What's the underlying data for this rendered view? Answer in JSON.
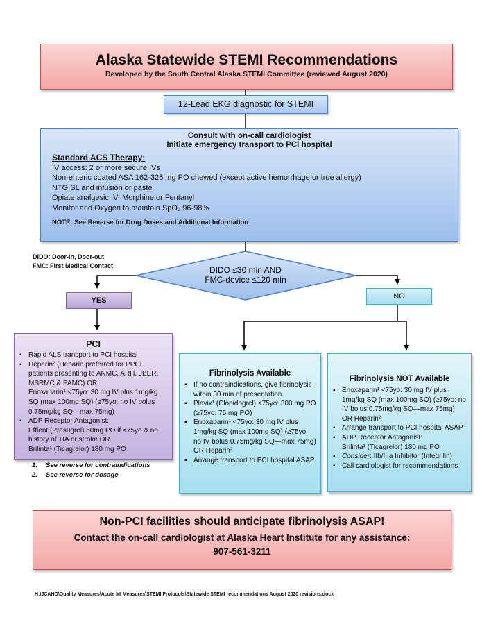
{
  "title": {
    "main": "Alaska Statewide STEMI Recommendations",
    "subtitle": "Developed by the South Central Alaska STEMI Committee (reviewed August 2020)"
  },
  "ekg": "12-Lead EKG diagnostic for STEMI",
  "acs": {
    "heading1": "Consult with on-call cardiologist",
    "heading2": "Initiate emergency transport to PCI hospital",
    "subheading": "Standard ACS Therapy:",
    "lines": [
      "IV access: 2 or more secure IVs",
      "Non-enteric coated ASA 162-325 mg PO chewed (except active hemorrhage or true allergy)",
      "NTG SL and infusion or paste",
      "Opiate analgesic IV: Morphine or Fentanyl",
      "Monitor and Oxygen to maintain SpO₂ 96-98%"
    ],
    "note": "NOTE: See Reverse for Drug Doses and Additional Information"
  },
  "legend": {
    "dido": "DIDO: Door-in, Door-out",
    "fmc": "FMC: First Medical Contact"
  },
  "decision": {
    "line1": "DIDO ≤30 min AND",
    "line2": "FMC-device ≤120 min"
  },
  "yes_label": "YES",
  "no_label": "NO",
  "pci": {
    "heading": "PCI",
    "b1": "Rapid ALS transport to PCI hospital",
    "b2": "Heparin² (Heparin preferred for PPCI patients presenting to ANMC, ARH, JBER, MSRMC & PAMC) OR",
    "b2b": "Enoxaparin¹ <75yo: 30 mg IV plus 1mg/kg SQ (max 100mg SQ) (≥75yo: no IV bolus 0.75mg/kg SQ—max 75mg)",
    "b3": "ADP Receptor Antagonist:",
    "b3b": "Effient (Prasugrel) 60mg PO if <75yo & no history of TIA or stroke OR",
    "b3c": "Brilinta¹ (Ticagrelor) 180 mg PO"
  },
  "notes": {
    "n1_num": "1.",
    "n1": "See reverse for contraindications",
    "n2_num": "2.",
    "n2": "See reverse for dosage"
  },
  "fib": {
    "heading": "Fibrinolysis Available",
    "b1": "If no contraindications, give fibrinolysis within 30 min of presentation.",
    "b2": "Plavix¹ (Clopidogrel) <75yo: 300 mg PO (≥75yo: 75 mg PO)",
    "b3": "Enoxaparin¹  <75yo: 30 mg IV plus 1mg/kg SQ (max 100mg SQ) (≥75yo: no IV bolus 0.75mg/kg SQ—max 75mg)",
    "b3b": "OR Heparin²",
    "b4": "Arrange transport to PCI hospital ASAP"
  },
  "nofib": {
    "heading": "Fibrinolysis NOT Available",
    "b1": "Enoxaparin¹ <75yo: 30 mg IV plus 1mg/kg SQ (max 100mg SQ) (≥75yo: no IV bolus 0.75mg/kg SQ—max 75mg)",
    "b1b": "OR Heparin²",
    "b2": "Arrange transport to PCI hospital ASAP",
    "b3": "ADP Receptor Antagonist:",
    "b3b": "Brilinta¹ (Ticagrelor) 180 mg PO",
    "b4_em": "Consider",
    "b4": ": IIb/IIIa Inhibitor (Integrilin)",
    "b5": "Call cardiologist for recommendations"
  },
  "footer": {
    "line1": "Non-PCI facilities should anticipate fibrinolysis ASAP!",
    "line2": "Contact the on-call cardiologist at Alaska Heart Institute for any assistance:",
    "phone": "907-561-3211"
  },
  "file_path": "H:\\JCAHO\\Quality Measures\\Acute MI Measures\\STEMI Protocols\\Statewide STEMI recommendations August 2020 revisions.docx",
  "colors": {
    "red_border": "#c0504d",
    "blue_border": "#4f81bd",
    "purple_border": "#8064a2",
    "aqua_border": "#4bacc6"
  }
}
